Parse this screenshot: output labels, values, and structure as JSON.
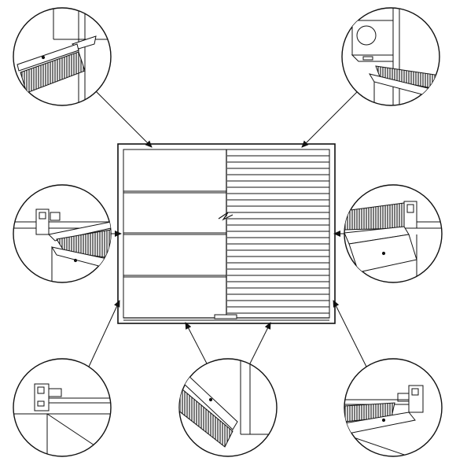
{
  "diagram": {
    "subject": "door-brush-seal-installation",
    "watermark": "",
    "palette": {
      "line": "#1a1a1a",
      "brush": "#3a3a3a",
      "background": "#ffffff",
      "watermark": "#d8d8d8"
    },
    "detail_views": [
      {
        "id": "top-left",
        "icon": "brush-seal-head-profile"
      },
      {
        "id": "top-right",
        "icon": "roller-housing-brush-profile"
      },
      {
        "id": "mid-left",
        "icon": "side-guide-brush-left"
      },
      {
        "id": "mid-right",
        "icon": "side-guide-brush-right"
      },
      {
        "id": "bottom-left",
        "icon": "floor-channel-left"
      },
      {
        "id": "bottom-center",
        "icon": "bottom-brush-strip"
      },
      {
        "id": "bottom-right",
        "icon": "floor-channel-right"
      }
    ]
  }
}
